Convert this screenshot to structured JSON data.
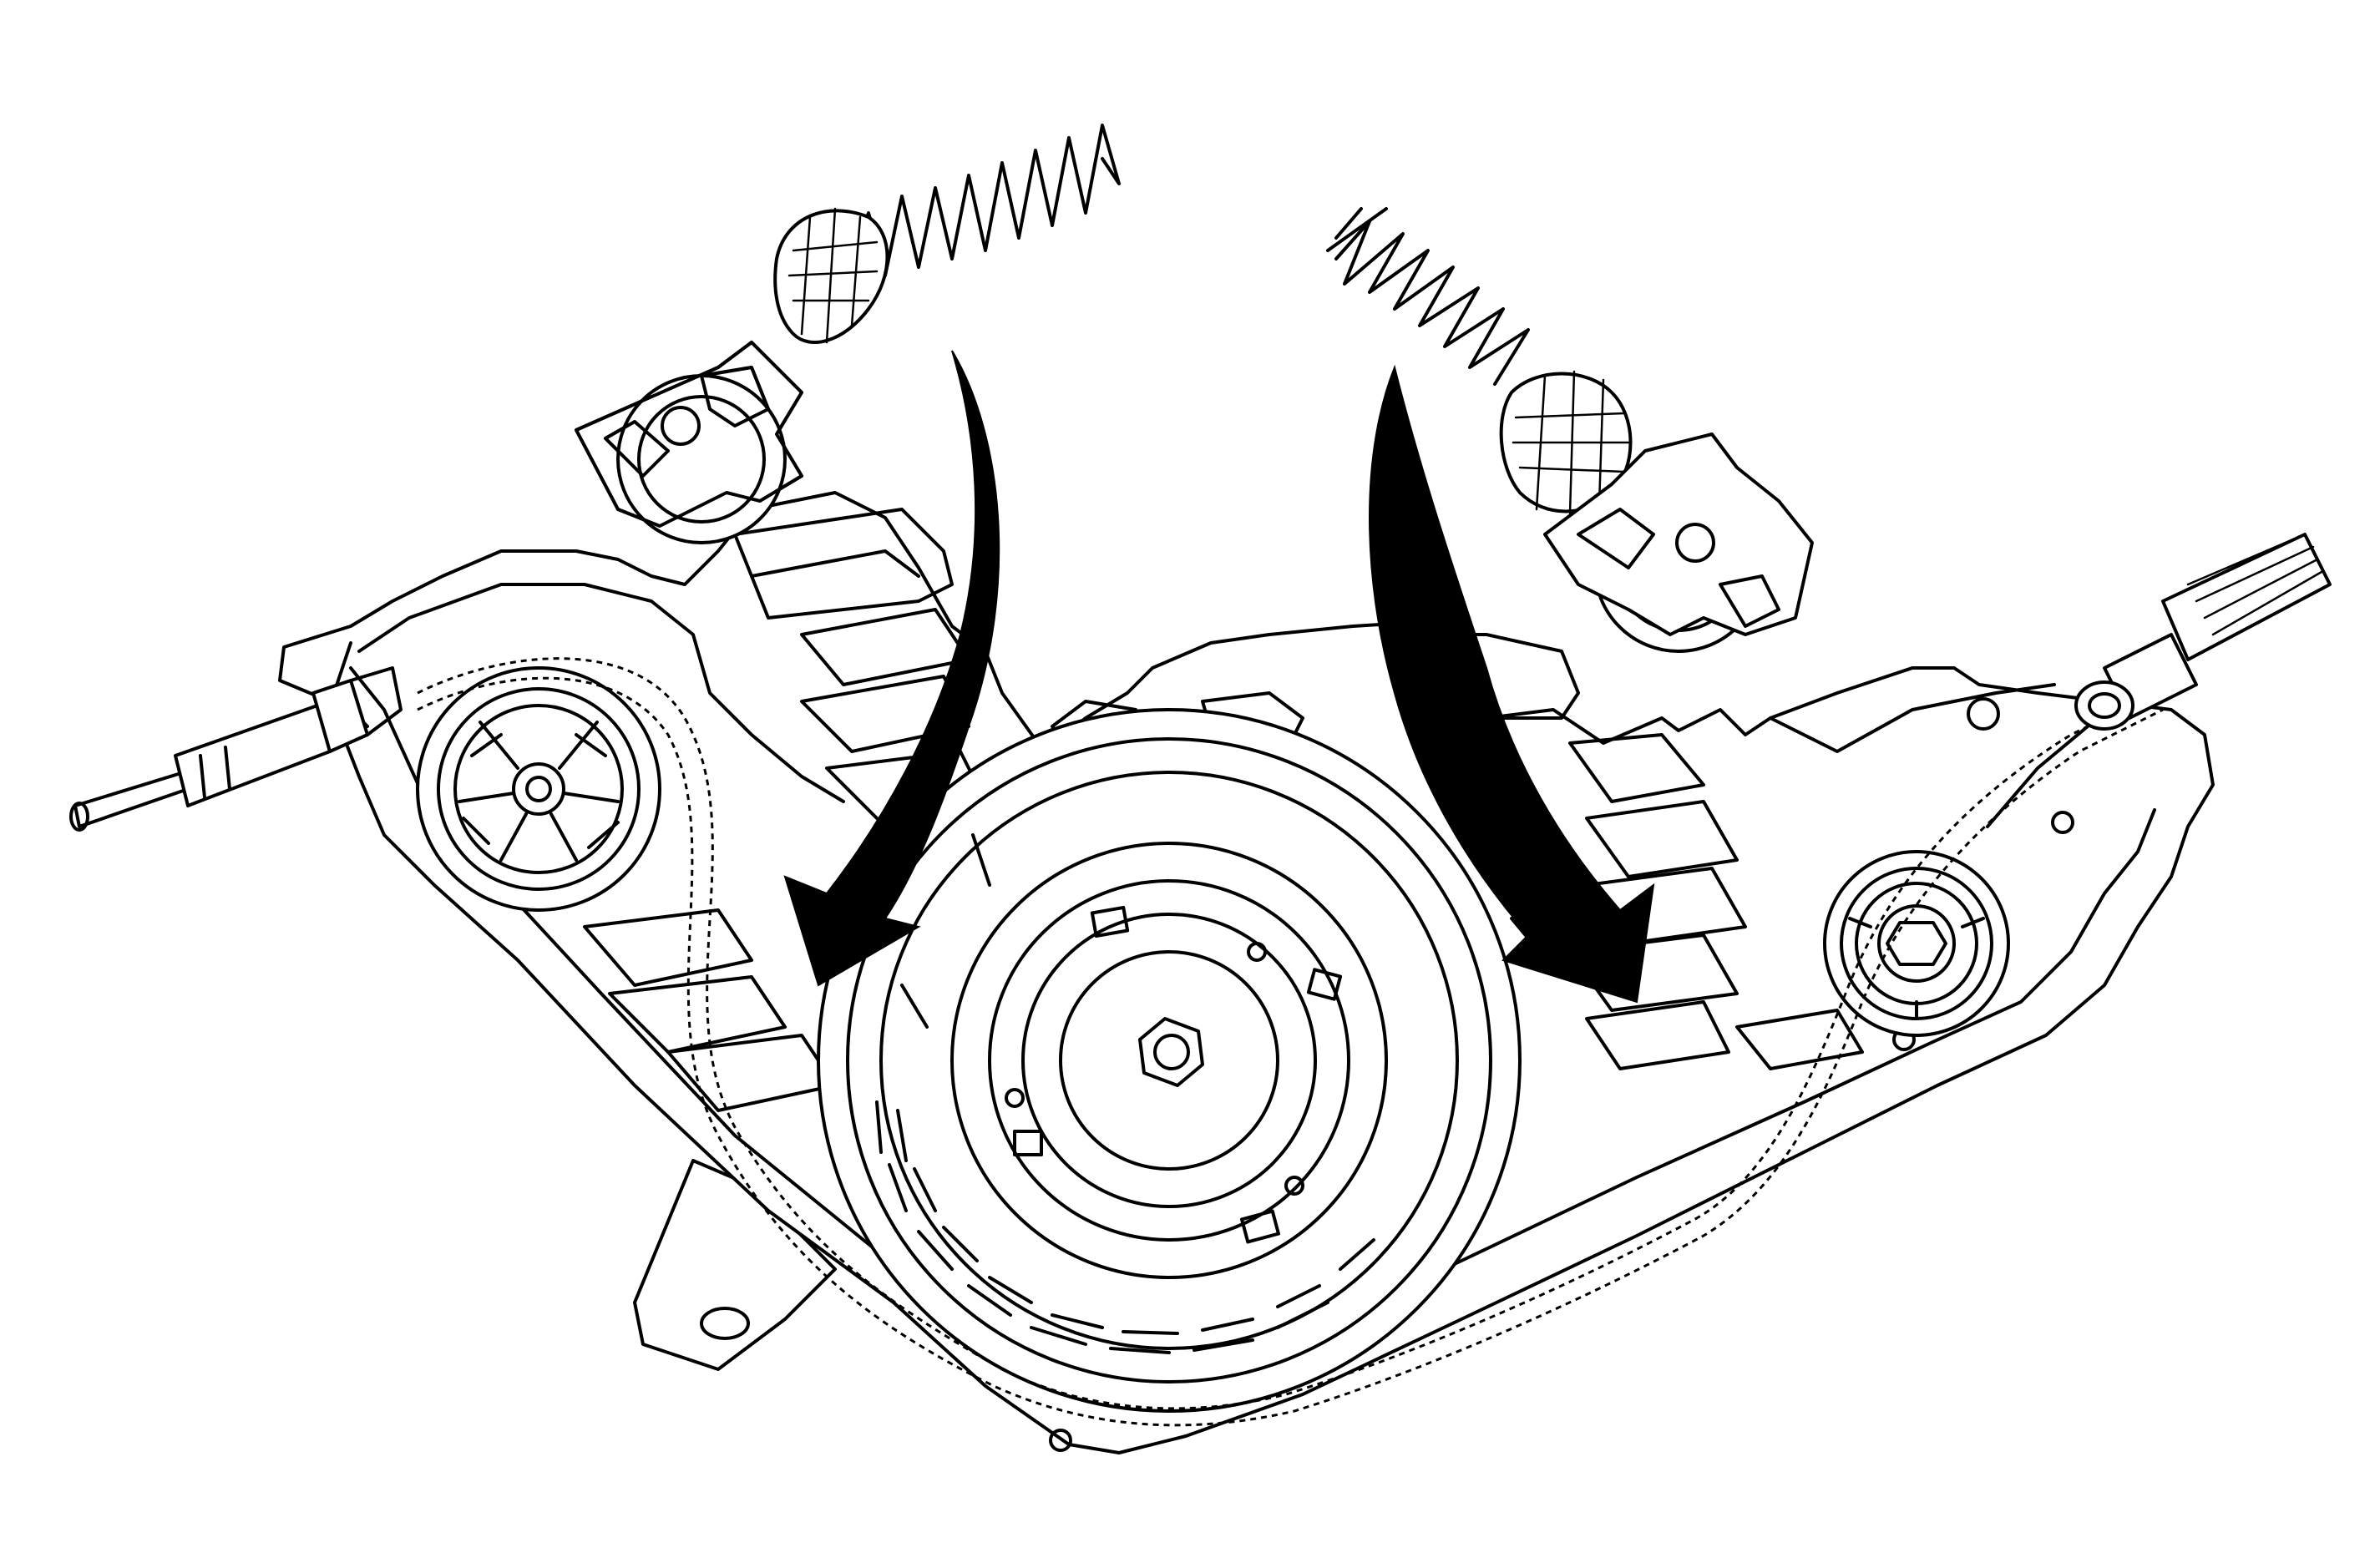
{
  "figure": {
    "labels": [],
    "colors": {
      "line": "#000000",
      "background": "#ffffff"
    },
    "components": [
      "cover-housing",
      "clutch-pulley",
      "left-idler-pulley",
      "right-idler-pulley",
      "drive-belt",
      "left-cable",
      "right-cable",
      "left-spring-assembly",
      "right-spring-assembly",
      "left-arrow",
      "right-arrow",
      "mounting-bracket"
    ]
  }
}
